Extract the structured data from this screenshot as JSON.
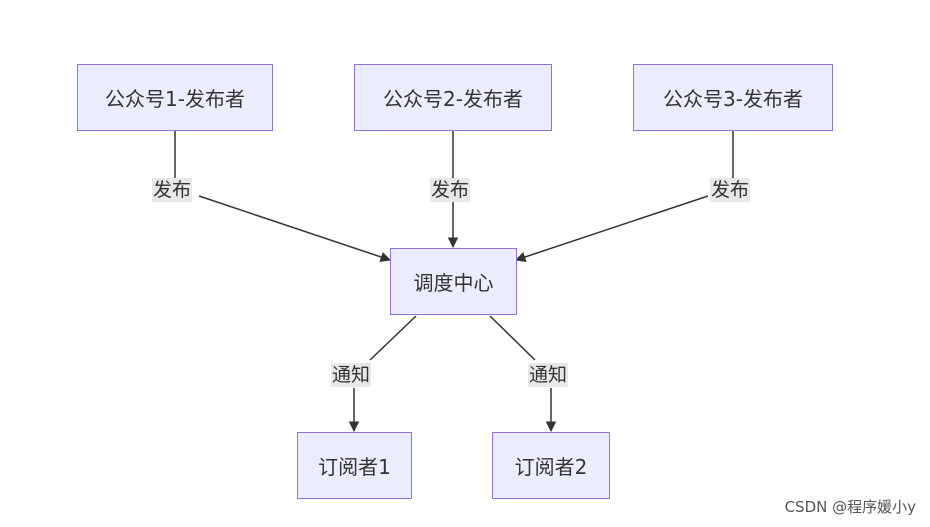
{
  "nodes": {
    "publisher1": "公众号1-发布者",
    "publisher2": "公众号2-发布者",
    "publisher3": "公众号3-发布者",
    "dispatch_center": "调度中心",
    "subscriber1": "订阅者1",
    "subscriber2": "订阅者2"
  },
  "edges": [
    {
      "from": "publisher1",
      "to": "dispatch_center",
      "label": "发布"
    },
    {
      "from": "publisher2",
      "to": "dispatch_center",
      "label": "发布"
    },
    {
      "from": "publisher3",
      "to": "dispatch_center",
      "label": "发布"
    },
    {
      "from": "dispatch_center",
      "to": "subscriber1",
      "label": "通知"
    },
    {
      "from": "dispatch_center",
      "to": "subscriber2",
      "label": "通知"
    }
  ],
  "watermark": "CSDN @程序媛小y",
  "colors": {
    "node_fill": "#ECECFF",
    "node_border": "#9370DB",
    "edge": "#333333",
    "label_bg": "#e8e8e8"
  }
}
